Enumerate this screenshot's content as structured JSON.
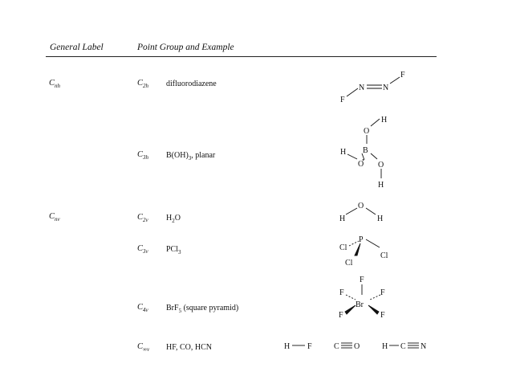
{
  "header": {
    "col1": "General Label",
    "col2": "Point Group and Example"
  },
  "rows": [
    {
      "general": "C",
      "general_sub": "nh",
      "pg": "C",
      "pg_sub": "2h",
      "example": "difluorodiazene"
    },
    {
      "pg": "C",
      "pg_sub": "3h",
      "example_pre": "B(OH)",
      "example_sub": "3",
      "example_post": ", planar"
    },
    {
      "general": "C",
      "general_sub": "nv",
      "pg": "C",
      "pg_sub": "2v",
      "example_pre": "H",
      "example_sub": "2",
      "example_post": "O"
    },
    {
      "pg": "C",
      "pg_sub": "3v",
      "example_pre": "PCl",
      "example_sub": "3",
      "example_post": ""
    },
    {
      "pg": "C",
      "pg_sub": "4v",
      "example_pre": "BrF",
      "example_sub": "5",
      "example_post": " (square pyramid)"
    },
    {
      "pg": "C",
      "pg_sub": "∞v",
      "example": "HF, CO, HCN"
    }
  ],
  "structures": {
    "difluorodiazene": {
      "atoms": [
        "F",
        "N",
        "N",
        "F"
      ]
    },
    "boric_acid": {
      "atoms": [
        "H",
        "O",
        "B",
        "O",
        "H",
        "O",
        "H"
      ]
    },
    "water": {
      "atoms": [
        "H",
        "O",
        "H"
      ]
    },
    "pcl3": {
      "atoms": [
        "Cl",
        "P",
        "Cl",
        "Cl"
      ]
    },
    "brf5": {
      "atoms": [
        "F",
        "F",
        "F",
        "Br",
        "F",
        "F"
      ]
    },
    "linear": {
      "hf": [
        "H",
        "F"
      ],
      "co": [
        "C",
        "O"
      ],
      "hcn": [
        "H",
        "C",
        "N"
      ]
    }
  }
}
